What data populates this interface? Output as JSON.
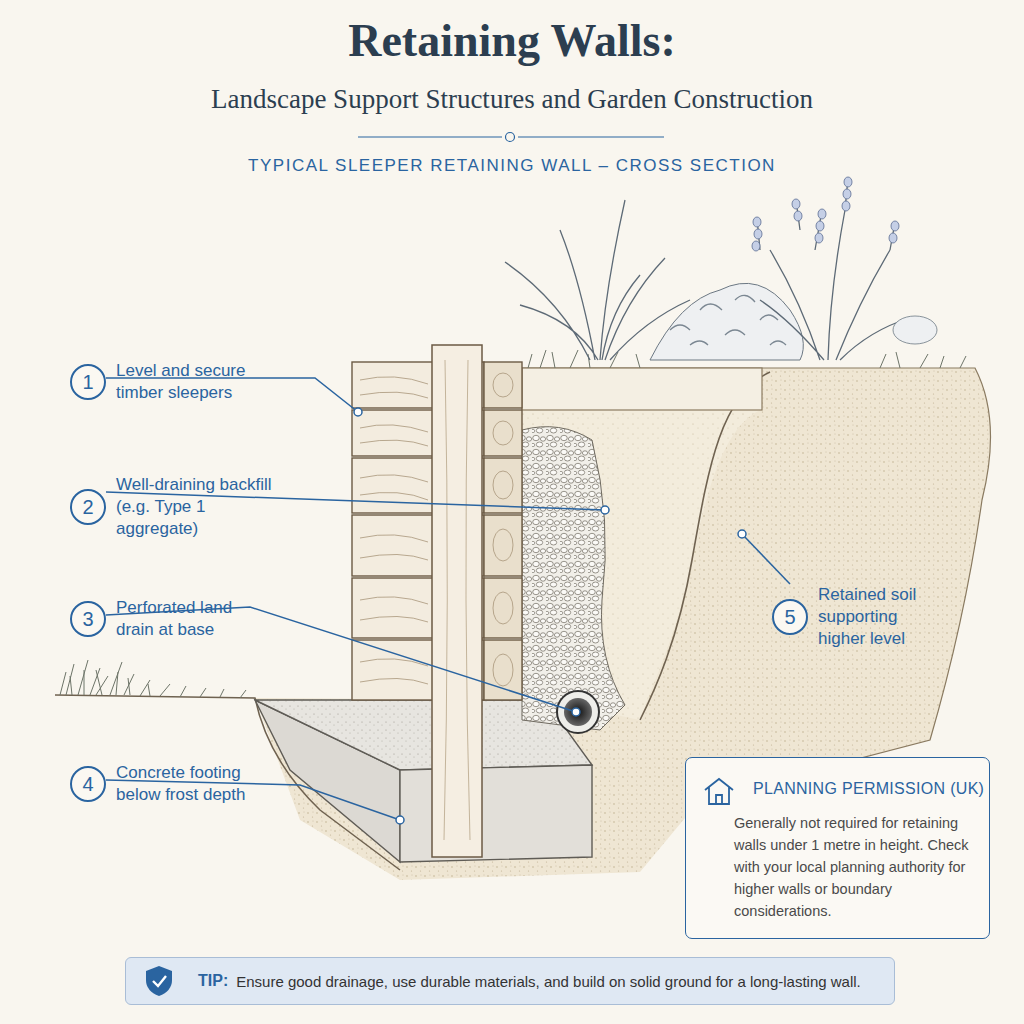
{
  "diagram": {
    "title": "Retaining Walls:",
    "nodes": [
      {
        "text": [
          "1",
          "Level and secure timber sleepers"
        ]
      },
      {
        "text": [
          "2",
          "Well-draining backfill (e.g. Type 1 aggregate)"
        ]
      },
      {
        "text": [
          "3",
          "Perforated land drain at base"
        ]
      },
      {
        "text": [
          "4",
          "Concrete footing below frost depth"
        ]
      },
      {
        "text": [
          "5",
          "Retained soil supporting higher level"
        ]
      },
      {
        "text": [
          "PLANNING PERMISSION (UK)",
          "Generally not required for retaining walls under 1 metre in height. Check with your local planning authority for higher walls or boundary considerations."
        ]
      },
      {
        "text": [
          "TIP:",
          "Ensure good drainage, use durable materials, and build on solid ground for a long-lasting wall."
        ]
      }
    ],
    "labels": [
      "Landscape Support Structures and Garden Construction",
      "TYPICAL SLEEPER RETAINING WALL – CROSS SECTION"
    ]
  }
}
